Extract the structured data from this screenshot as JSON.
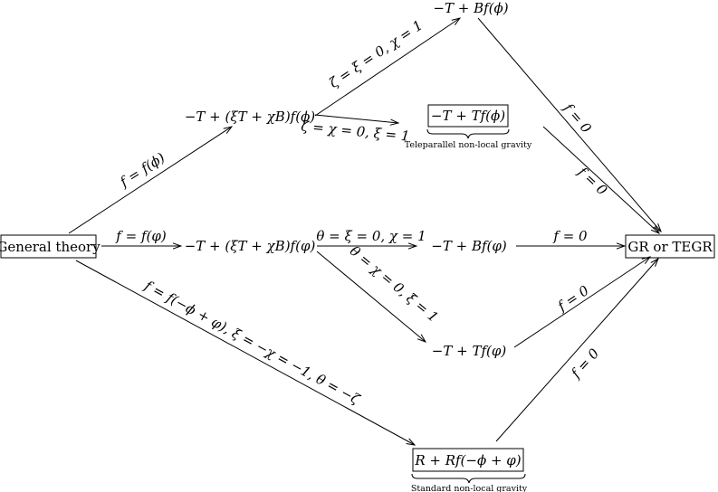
{
  "nodes": {
    "general": "General theory",
    "gr_tegr": "GR or TEGR",
    "top_mid": "−T + (ξT + χB)f(ϕ)",
    "top_right": "−T + Bf(ϕ)",
    "tele": "−T + Tf(ϕ)",
    "tele_caption": "Teleparallel non-local gravity",
    "mid_mid": "−T + (ξT + χB)f(φ)",
    "mid_right": "−T + Bf(φ)",
    "low_right": "−T + Tf(φ)",
    "standard": "R + Rf(−ϕ + φ)",
    "standard_caption": "Standard non-local gravity"
  },
  "edge_labels": {
    "general_to_top": "f = f(ϕ)",
    "general_to_mid": "f = f(φ)",
    "general_to_standard": "f = f(−ϕ + φ), ξ = −χ = −1, θ = −ζ",
    "top_to_topright": "ζ = ξ = 0, χ = 1",
    "top_to_tele": "ζ = χ = 0, ξ = 1",
    "mid_to_midright": "θ = ξ = 0, χ = 1",
    "mid_to_lowright": "θ = χ = 0, ξ = 1",
    "topright_to_gr": "f = 0",
    "tele_to_gr": "f = 0",
    "midright_to_gr": "f = 0",
    "lowright_to_gr": "f = 0",
    "standard_to_gr": "f = 0"
  }
}
